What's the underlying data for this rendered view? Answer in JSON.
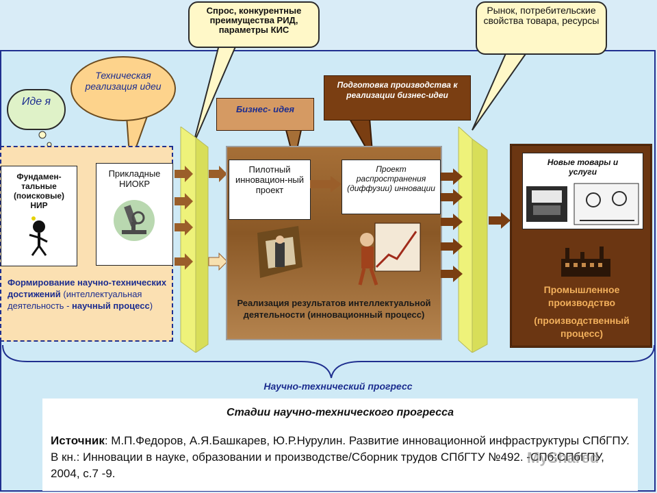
{
  "callouts": {
    "demand": "Спрос, конкурентные преимущества РИД, параметры КИС",
    "market": "Рынок, потребительские свойства товара, ресурсы",
    "idea": "Иде я",
    "tech_realization": "Техническая реализация идеи",
    "business_idea": "Бизнес- идея",
    "production_prep": "Подготовка производства к реализации бизнес-идеи"
  },
  "left_block": {
    "fundamental": "Фундамен-тальные (поисковые) НИР",
    "applied": "Прикладные НИОКР",
    "caption_bold": "Формирование научно-технических достижений",
    "caption_normal": "(интеллектуальная деятельность - ",
    "caption_tail": "научный процесс",
    "caption_close": ")"
  },
  "middle_block": {
    "pilot": "Пилотный инновацион-ный проект",
    "diffusion": "Проект распространения (диффузии) инновации",
    "caption": "Реализация результатов интеллектуальной деятельности (инновационный процесс)"
  },
  "right_block": {
    "new_goods": "Новые товары и услуги",
    "industry": "Промышленное производство",
    "industry_process": "(производственный процесс)"
  },
  "progress_label": "Научно-технический прогресс",
  "footer": {
    "title": "Стадии научно-технического прогресса",
    "source_label": "Источник",
    "source_text": ": М.П.Федоров, А.Я.Башкарев, Ю.Р.Нурулин. Развитие инновационной инфраструктуры СПбГПУ. В кн.: Инновации в науке, образовании и производстве/Сборник трудов СПбГТУ №492. -СПб:СПбГПУ, 2004, с.7 -9."
  },
  "watermark": "MyShared",
  "colors": {
    "frame": "#1f2f8f",
    "callout": "#fff8c8",
    "left_panel": "#fbe0b2",
    "mid_panel": "#8a5826",
    "right_panel": "#6b3612",
    "text_blue": "#1c2d8f",
    "text_orange": "#f2b05c"
  }
}
